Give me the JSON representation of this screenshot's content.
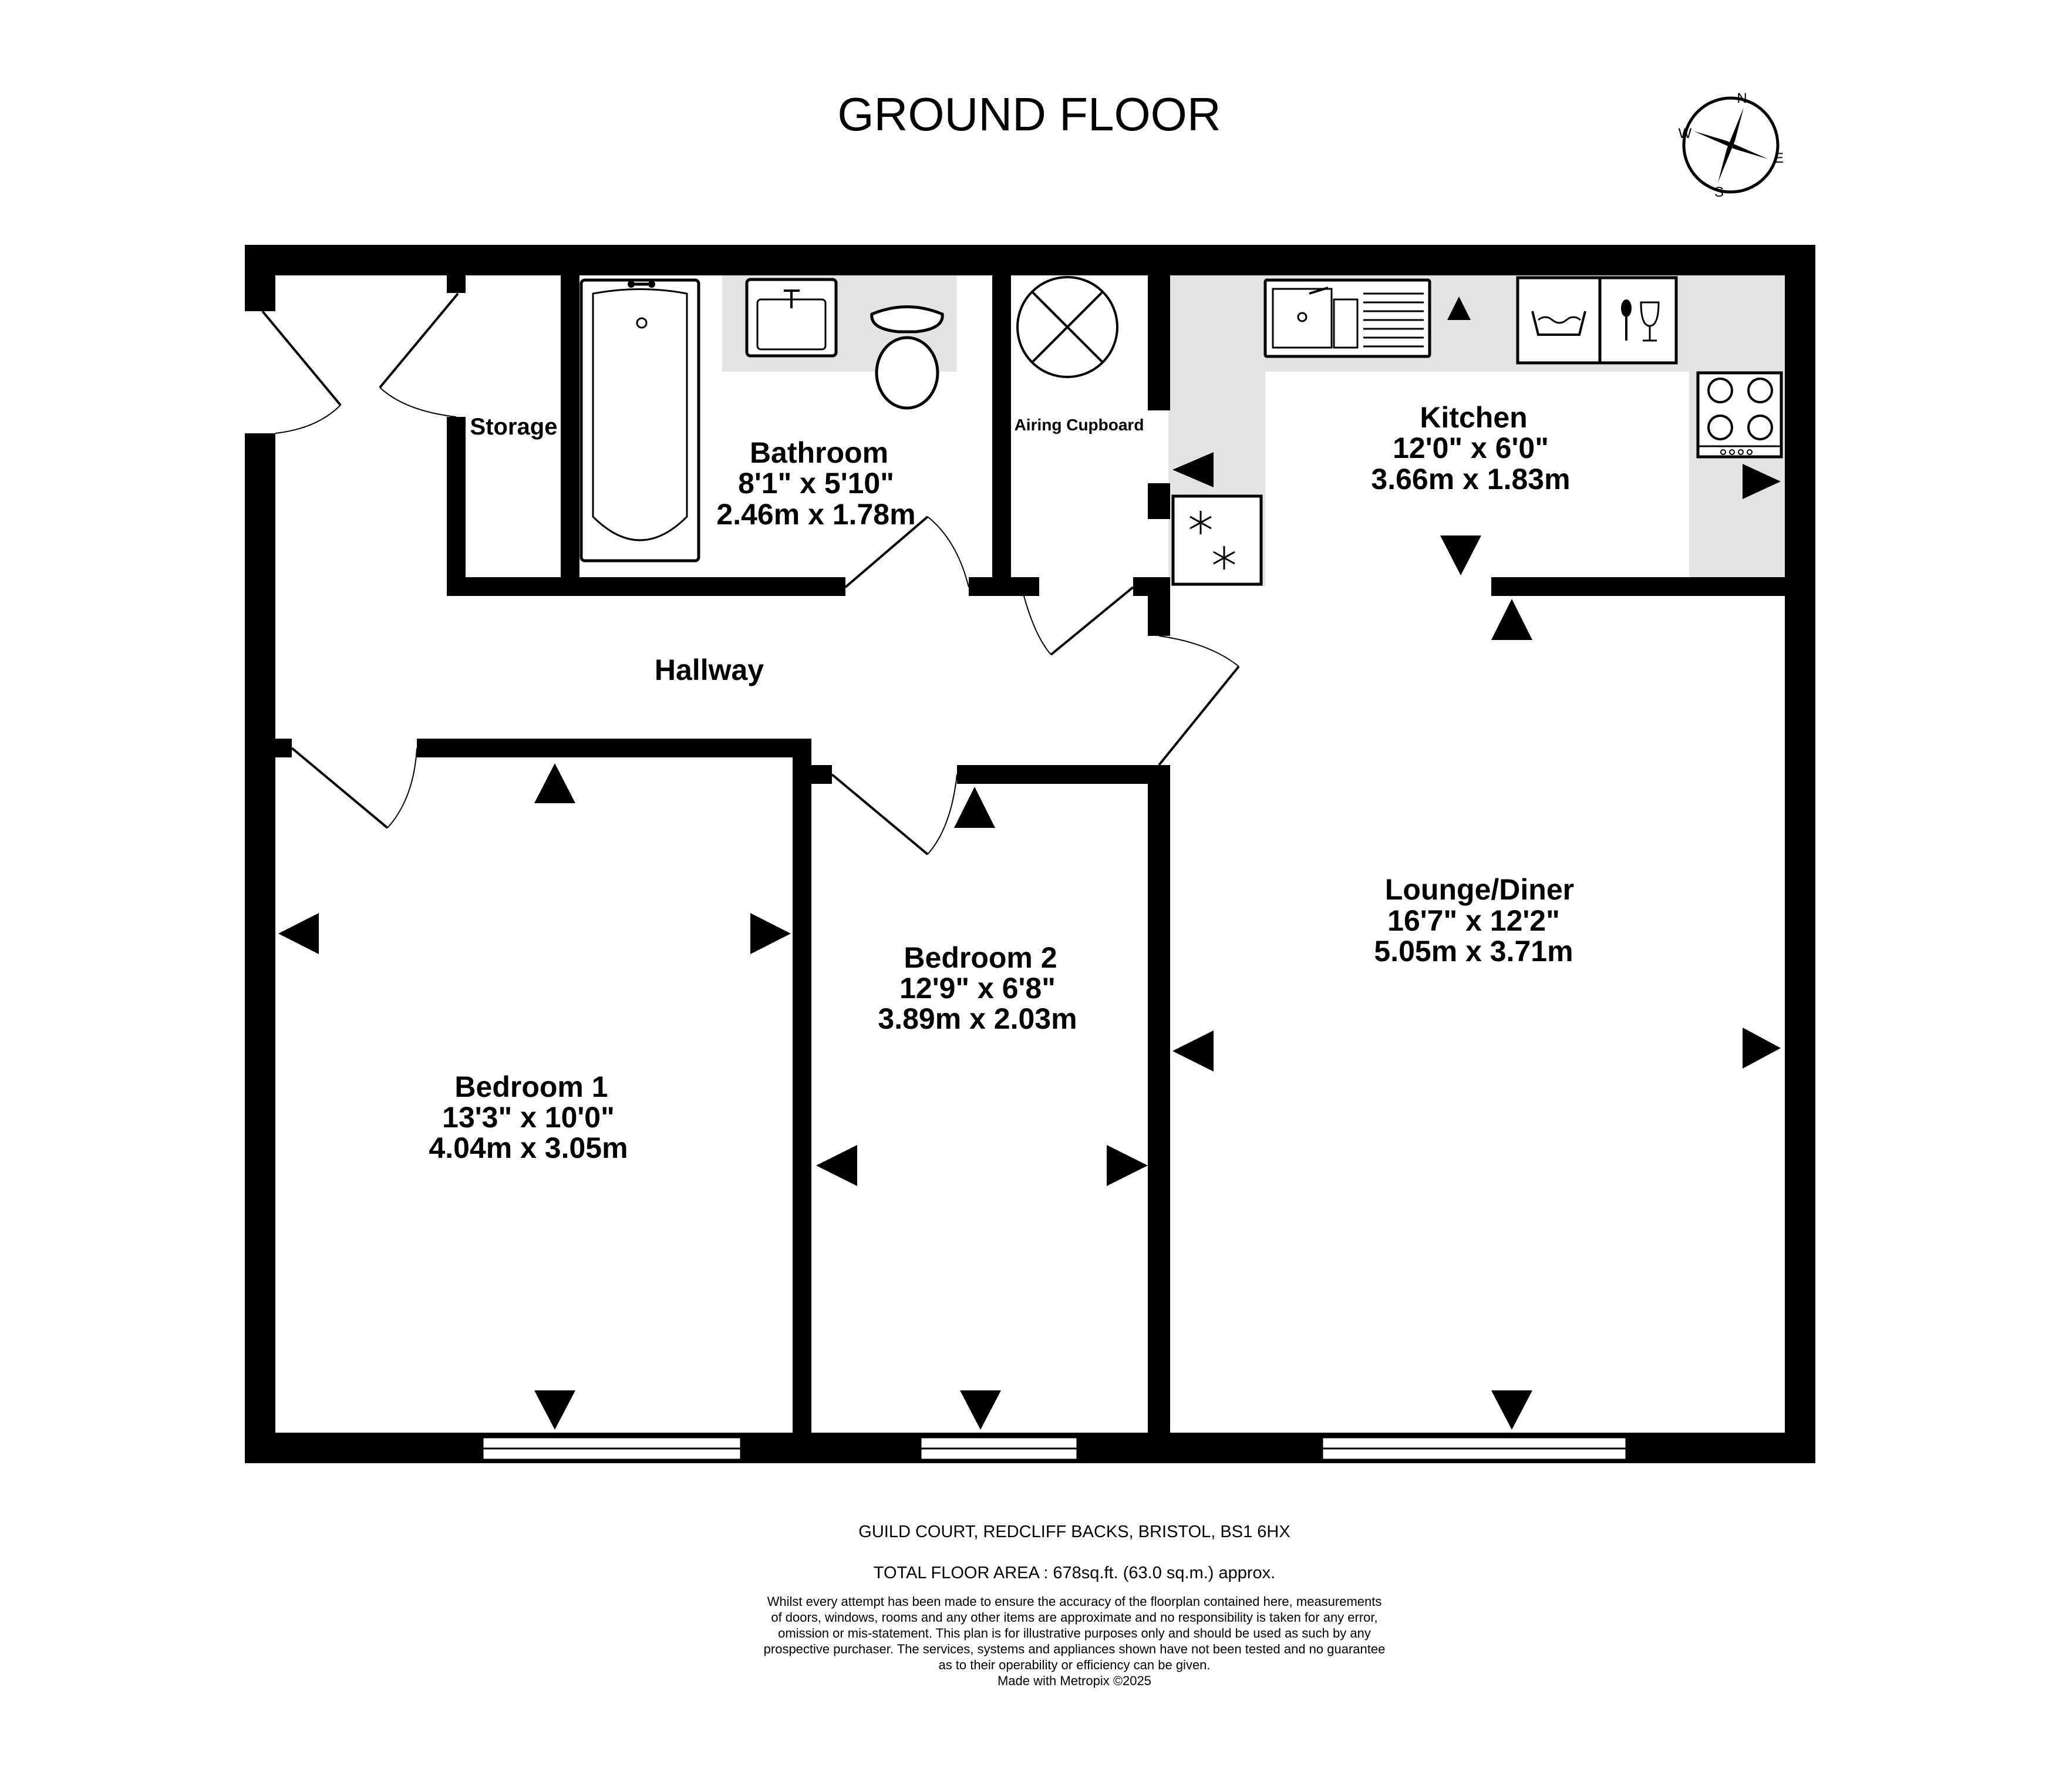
{
  "title": "GROUND FLOOR",
  "compass": {
    "n": "N",
    "e": "E",
    "s": "S",
    "w": "W"
  },
  "rooms": {
    "storage": {
      "name": "Storage"
    },
    "bathroom": {
      "name": "Bathroom",
      "imperial": "8'1\"  x 5'10\"",
      "metric": "2.46m  x 1.78m"
    },
    "airing": {
      "name": "Airing Cupboard"
    },
    "kitchen": {
      "name": "Kitchen",
      "imperial": "12'0\"  x 6'0\"",
      "metric": "3.66m  x 1.83m"
    },
    "hallway": {
      "name": "Hallway"
    },
    "lounge": {
      "name": "Lounge/Diner",
      "imperial": "16'7\"  x 12'2\"",
      "metric": "5.05m  x 3.71m"
    },
    "bedroom2": {
      "name": "Bedroom 2",
      "imperial": "12'9\"  x 6'8\"",
      "metric": "3.89m  x 2.03m"
    },
    "bedroom1": {
      "name": "Bedroom 1",
      "imperial": "13'3\"  x 10'0\"",
      "metric": "4.04m  x 3.05m"
    }
  },
  "footer": {
    "address": "GUILD COURT, REDCLIFF BACKS, BRISTOL, BS1 6HX",
    "area": "TOTAL FLOOR AREA : 678sq.ft. (63.0 sq.m.) approx.",
    "disclaimer": [
      "Whilst every attempt has been made to ensure the accuracy of the floorplan contained here, measurements",
      "of doors, windows, rooms and any other items are approximate and no responsibility is taken for any error,",
      "omission or mis-statement. This plan is for illustrative purposes only and should be used as such by any",
      "prospective purchaser. The services, systems and appliances shown have not been tested and no guarantee",
      "as to their operability or efficiency can be given."
    ],
    "credit": "Made with Metropix ©2025"
  }
}
